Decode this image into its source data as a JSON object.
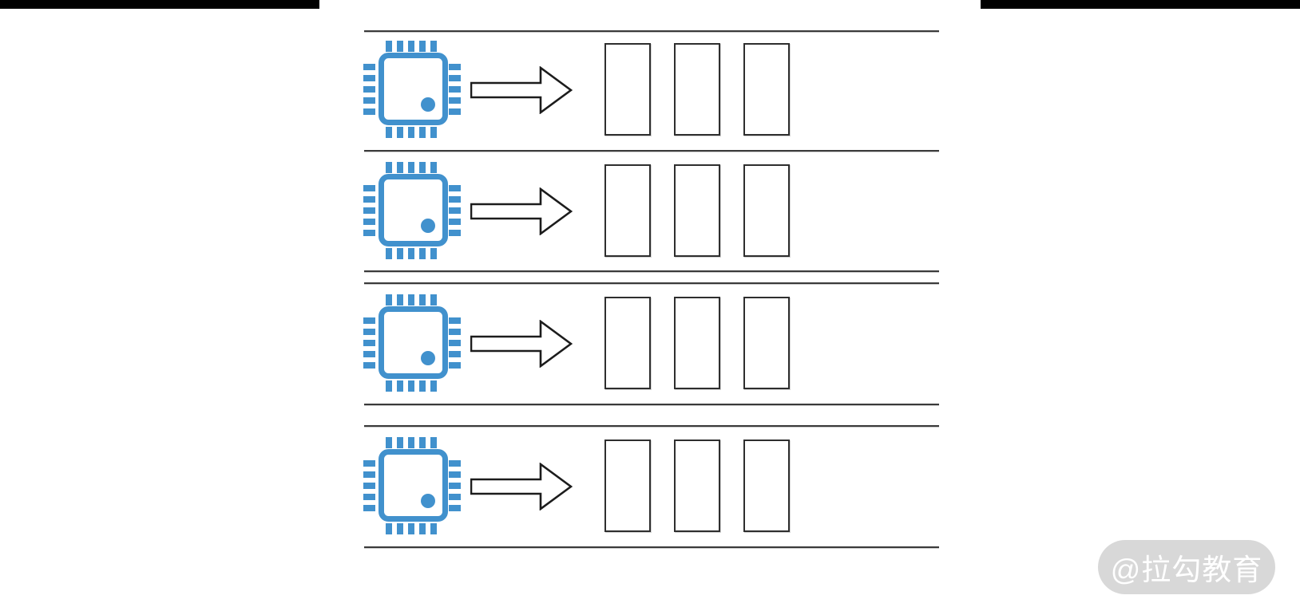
{
  "watermark": {
    "text": "@拉勾教育"
  },
  "colors": {
    "chip_blue": "#4191cd",
    "line_dark": "#3a3a3a",
    "slot_border": "#2e2e2e",
    "arrow_stroke": "#1c1c1c",
    "bar_black": "#000000",
    "watermark_bg": "#d8d8d8",
    "watermark_text": "#ffffff"
  },
  "diagram": {
    "rows": [
      {
        "name": "cpu-row-1",
        "icon": "cpu-chip-icon",
        "arrow": "arrow-right-icon",
        "slots": 3
      },
      {
        "name": "cpu-row-2",
        "icon": "cpu-chip-icon",
        "arrow": "arrow-right-icon",
        "slots": 3
      },
      {
        "name": "cpu-row-3",
        "icon": "cpu-chip-icon",
        "arrow": "arrow-right-icon",
        "slots": 3
      },
      {
        "name": "cpu-row-4",
        "icon": "cpu-chip-icon",
        "arrow": "arrow-right-icon",
        "slots": 3
      }
    ]
  }
}
